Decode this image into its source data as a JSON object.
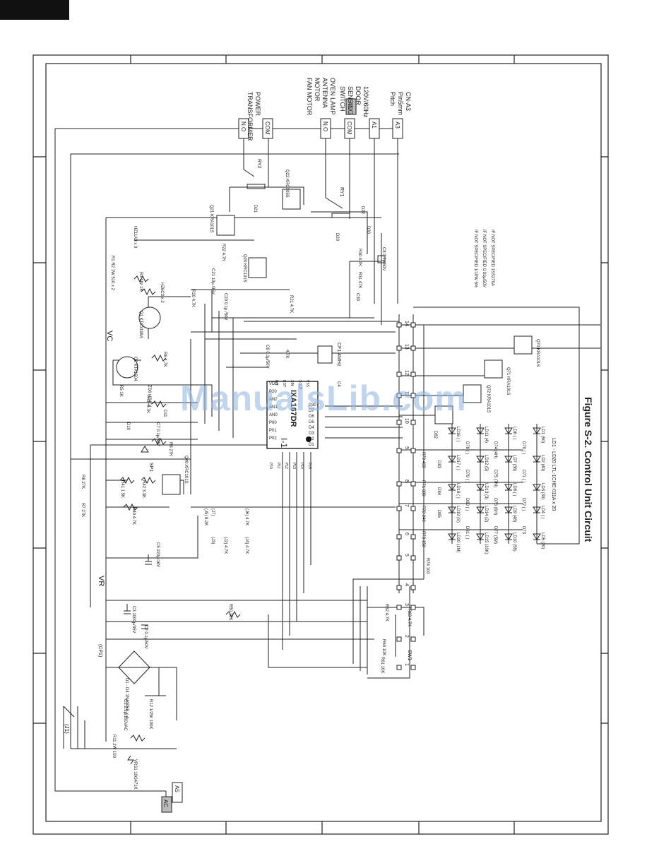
{
  "figure": {
    "caption": "Figure S-2. Control Unit Circuit",
    "watermark": "ManualsLib.com"
  },
  "ic": {
    "ref": "I-1",
    "part": "IXA167DR",
    "crystal": "CF1 4MHz"
  },
  "connectors": {
    "top_left": {
      "no": "N.O",
      "com": "COM",
      "label": [
        "POWER",
        "TRANSFORMER"
      ]
    },
    "top_right": {
      "no": "N.O",
      "com": "COM",
      "ac_badge": "AC",
      "label": [
        "OVEN LAMP",
        "ANTENNA",
        "MOTOR",
        "FAN MOTOR"
      ]
    },
    "a1": "A1",
    "a3": "A3",
    "a5": "A5",
    "ac_bottom": "AC",
    "door_label": [
      "120V/60Hz",
      "DOOR",
      "SENSING",
      "SWITCH"
    ],
    "cn_label": [
      "CN-A3",
      "Pin5mm",
      "Pitch"
    ]
  },
  "labels": {
    "vc": "VC",
    "vr": "VR",
    "j1": "(J1)",
    "cp1": "(CP1)",
    "sw1": "SW1",
    "ry1": "RY1",
    "ry2": "RY2",
    "sp1": "SP1",
    "ld_series": "LD1 - LD20  LTL-1CHE-011A x 20"
  },
  "legend": [
    "IF NOT SPECIFIED 1/10W 5%",
    "IF NOT SPECIFIED 0.01μ/50V",
    "IF NOT SPECIFIED 1SS270A"
  ],
  "components": {
    "q21": "Q21 KRA101S",
    "q22": "Q22 KRC105S",
    "q20": "Q20 KRC101S",
    "q1": "Q1 KTC3198A",
    "q2": "Q2 KTA1504",
    "q40": "Q40 KRC101S",
    "q70": "Q70 KRA101S",
    "q71": "Q71 KRA101S",
    "q72": "Q72 KRA101S",
    "r1r2": "R1 R2 1W 510 x 2",
    "r3": "R3 1W 1K",
    "zd123": "HZ11A3 x 3",
    "zd45": "HZ6C3 x 2",
    "c21": "C21 10μ /35V",
    "c20": "C20 0.1μ /50V",
    "r22": "R22 4.7K",
    "r20": "R20 4.7K",
    "r21": "R21 4.7K",
    "r30": "R30 4.7K",
    "r31": "R31 47K",
    "c8": "C8 0.1μ/50V",
    "d22": "D22",
    "d20": "D20",
    "d21": "D21",
    "d30": "D30",
    "c30": "C30",
    "r6": "R6 4.7K",
    "r5": "R5 1K",
    "zd6": "ZD6 HZ4C1",
    "r10": "R10 4.7K",
    "d11": "D11",
    "d10": "D10",
    "c7": "C7 0.1μ/50V",
    "r9": "R9 27K",
    "r8": "R8 27K",
    "r7": "R7 27K",
    "r41": "R41 1.5K",
    "r42": "R42 3.3K",
    "r40": "R40 4.7K",
    "c5": "C5 220μ/16V",
    "c3": "C3 1000μ/35V",
    "c2": "C2 0.1μ/50V",
    "r50": "R50 10K",
    "bridge": "D1 - D4 1N4005E x 4",
    "c1": "C1 2.2μ/160VAC",
    "r12": "R12 1/2W 100K",
    "r11": "R11 2W 100",
    "vrs1": "VRS1 10G471K",
    "c6": "C6 0.1μ/50V",
    "c4": "C4",
    "r4": "4.7K",
    "jumpers": [
      "(J2) 4.7K",
      "(J3)",
      "(J4) 4.7K",
      "(J5) 8.2K",
      "(J6) 4.7K",
      "(J7)"
    ],
    "r60": "R60 10K",
    "r61": "R61 10K",
    "r62": "R62 4.7K",
    "r63": "R63 4.7K",
    "r70": "R70 430",
    "r71": "R71 330",
    "r72": "R72 240",
    "r73": "R73 150",
    "r74": "R74 100",
    "d82": "D82",
    "d83": "D83",
    "d84": "D84",
    "d85": "D85"
  },
  "pins": [
    "1",
    "2",
    "3",
    "4",
    "5",
    "6",
    "7",
    "8",
    "9",
    "10",
    "11",
    "12",
    "13",
    "14"
  ],
  "led_grid": [
    [
      "LD1 (50)",
      "LD2 (40)",
      "LD3 (30)",
      "LD4 ( )",
      "LD5 (20)"
    ],
    [
      "LD6 ( )",
      "LD7 (36)",
      "LD8 ( )",
      "LD9 (48)",
      "LD10 (58)"
    ],
    [
      "LD11 (4)",
      "LD12 (5)",
      "LD13 (3)",
      "LD14 (2)",
      "LD15 (10K)"
    ],
    [
      "LD16 ( )",
      "LD17 ( )",
      "LD18 ( )",
      "LD19 (S)",
      "LD20 (1M)"
    ]
  ],
  "led_diodes": [
    "D70 ( )",
    "D71 ( )",
    "D72 ( )",
    "D73",
    "D74 (4H)",
    "D75 (7M)",
    "D76 (6H)",
    "D77 (5M)",
    "D78 ( )",
    "D79 ( )",
    "D80 ( )",
    "D81 ( )"
  ],
  "ic_pins_left": [
    "VDD",
    "P20",
    "AN2",
    "AN1",
    "AN0",
    "P00",
    "P01",
    "P02"
  ],
  "ic_pins_right": [
    "P30",
    "D7",
    "D6",
    "D5",
    "D4",
    "D3",
    "D2",
    "D1"
  ],
  "ic_pins_top": [
    "INT",
    "RST",
    "XIN",
    "XOUT",
    "VSS"
  ],
  "ic_pins_bottom": [
    "P10",
    "P11",
    "P12",
    "P13",
    "P14",
    "P15"
  ]
}
